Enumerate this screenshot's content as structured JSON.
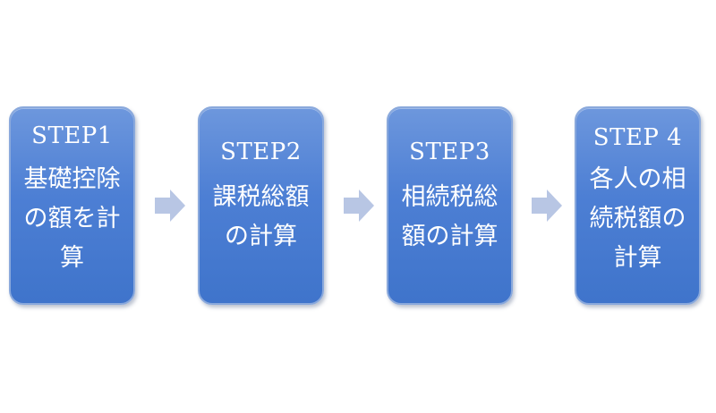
{
  "steps": [
    {
      "title": "STEP1",
      "body": "基礎控除の額を計算"
    },
    {
      "title": "STEP2",
      "body": "課税総額の計算"
    },
    {
      "title": "STEP3",
      "body": "相続税総額の計算"
    },
    {
      "title": "STEP 4",
      "body": "各人の相続税額の計算"
    }
  ],
  "colors": {
    "box_fill": "#4d7fd4",
    "box_border": "#8aa9dc",
    "arrow_fill": "#b8c6e4",
    "text": "#ffffff"
  }
}
